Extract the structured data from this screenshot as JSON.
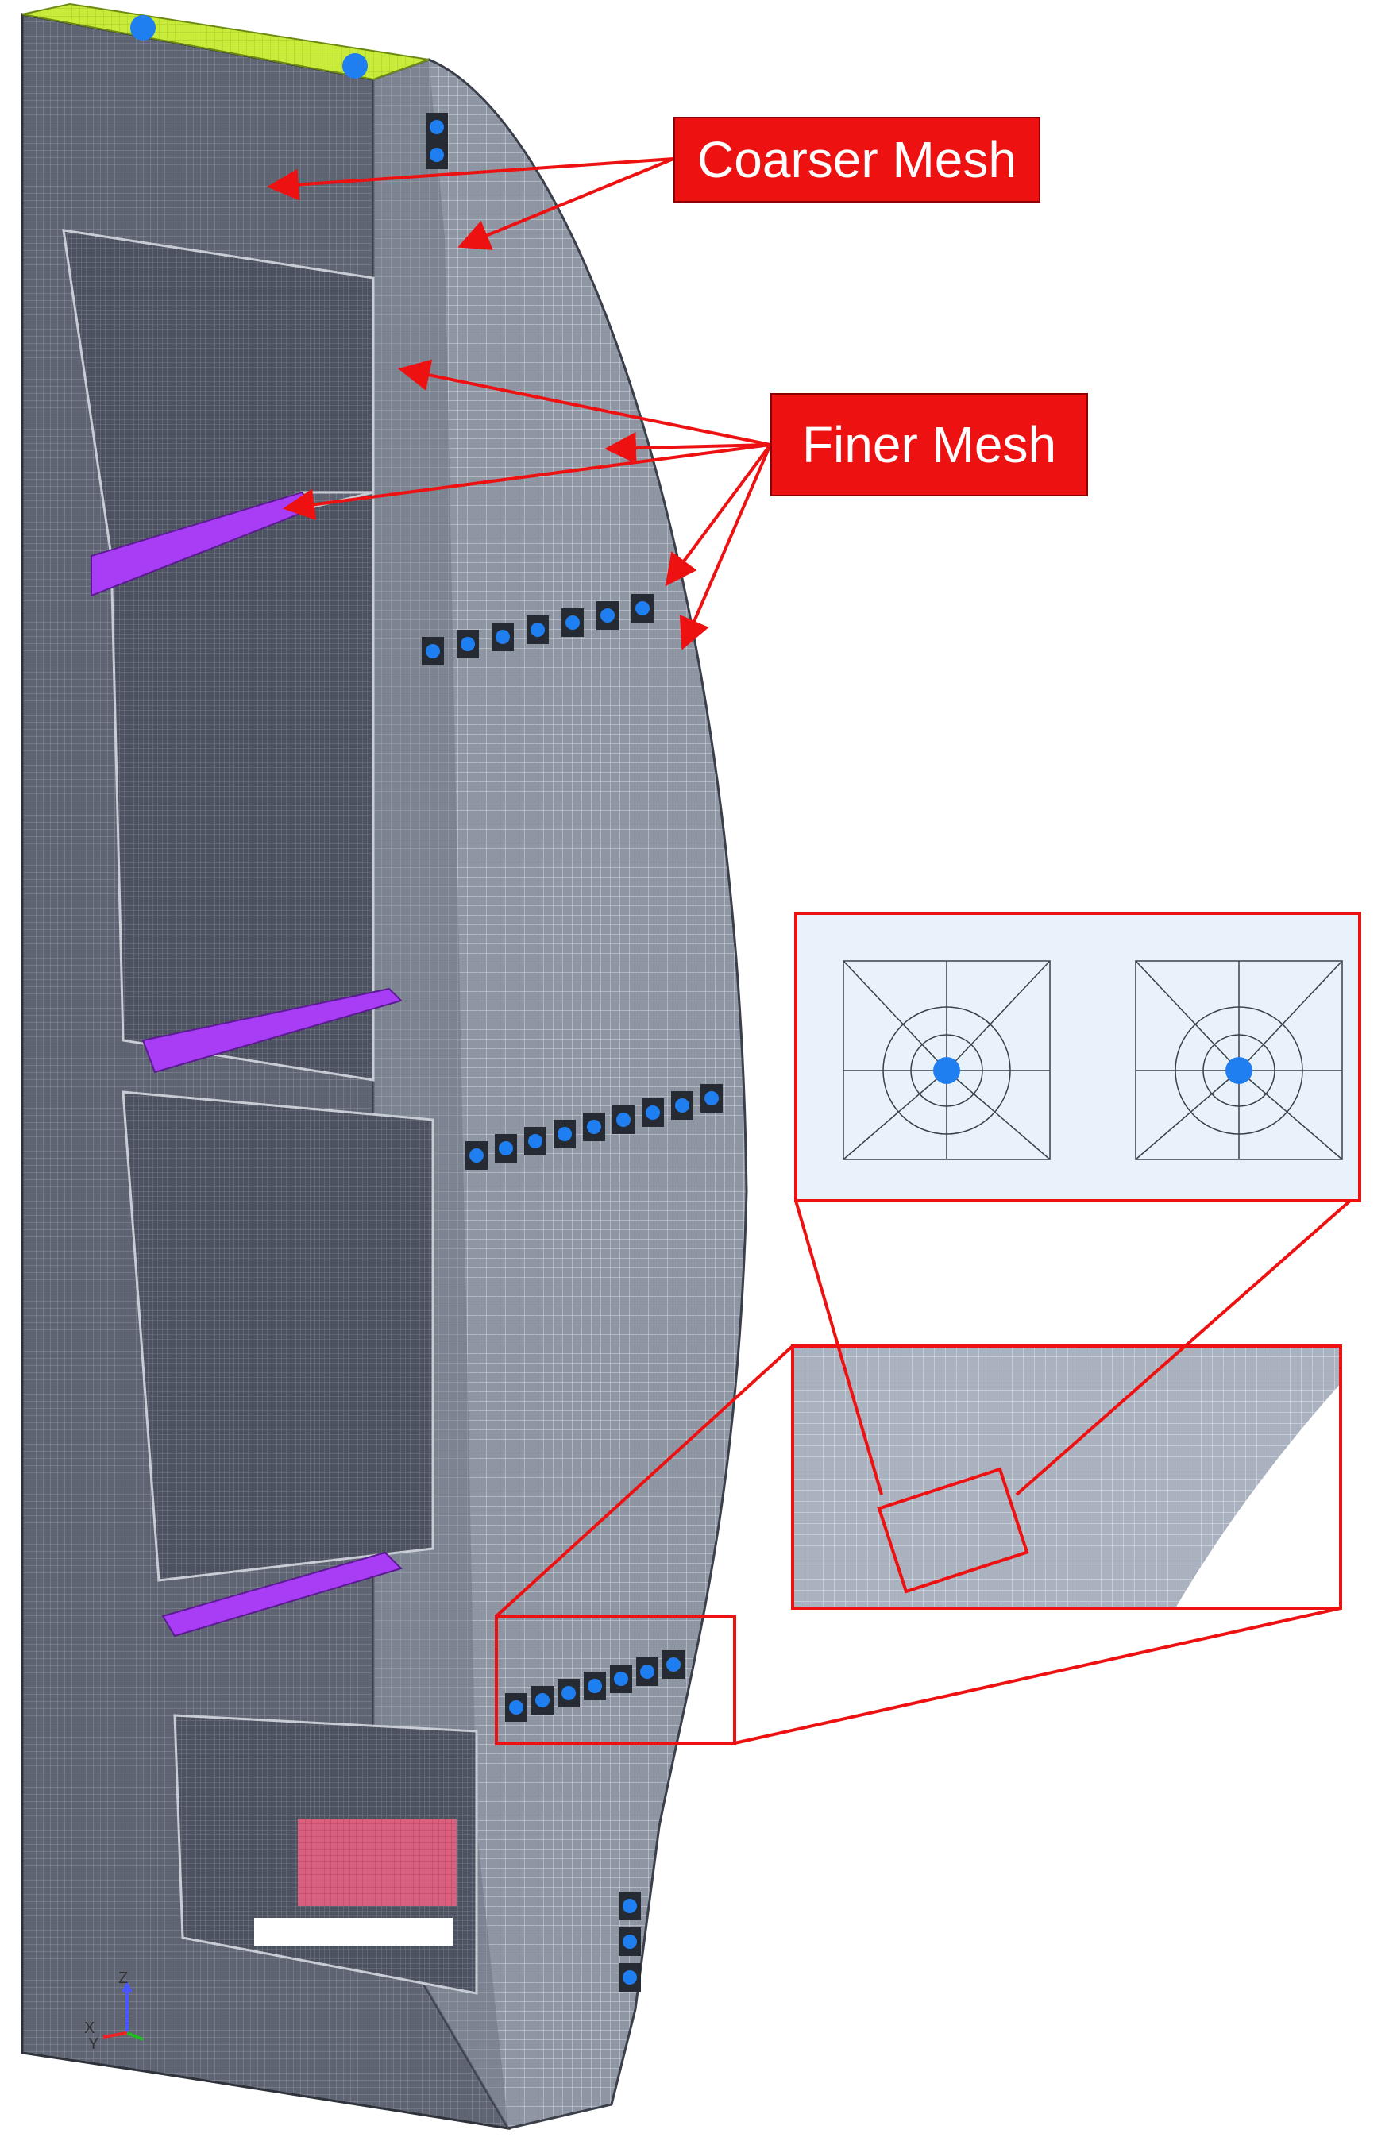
{
  "callouts": {
    "coarser_mesh": "Coarser Mesh",
    "finer_mesh": "Finer Mesh"
  },
  "axis_triad": {
    "z": "Z",
    "x": "X",
    "y": "Y"
  },
  "colors": {
    "mesh_body": "#5e6472",
    "mesh_lines": "#c7ccd6",
    "mesh_side": "#8e95a3",
    "top_face": "#c9ec3a",
    "purple_shelf": "#a83df5",
    "pink_block": "#d9607f",
    "bolt": "#1f7ff0",
    "callout": "#ee1111",
    "zoom_bg": "#e9f2fb"
  }
}
